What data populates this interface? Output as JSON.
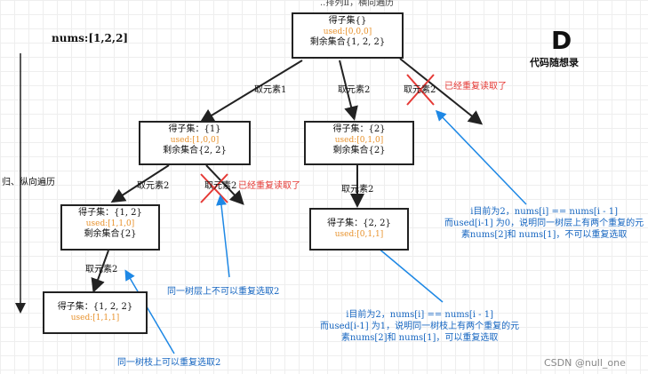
{
  "header_cut": "..排列Ⅱ，横向遍历",
  "nums_label": "nums:[1,2,2]",
  "vertical_label": "归、纵向遍历",
  "logo": {
    "glyph": "D",
    "text": "代码随想录"
  },
  "watermark": "CSDN @null_one",
  "nodes": {
    "root": {
      "line1": "得子集{}",
      "used": "used:[0,0,0]",
      "line3": "剩余集合{1, 2, 2}"
    },
    "n1": {
      "line1": "得子集：{1}",
      "used": "used:[1,0,0]",
      "line3": "剩余集合{2, 2}"
    },
    "n2": {
      "line1": "得子集：{2}",
      "used": "used:[0,1,0]",
      "line3": "剩余集合{2}"
    },
    "n12": {
      "line1": "得子集：{1, 2}",
      "used": "used:[1,1,0]",
      "line3": "剩余集合{2}"
    },
    "n22": {
      "line1": "得子集：{2, 2}",
      "used": "used:[0,1,1]"
    },
    "n122": {
      "line1": "得子集：{1, 2, 2}",
      "used": "used:[1,1,1]"
    }
  },
  "edges": {
    "e_root_1": "取元素1",
    "e_root_2": "取元素2",
    "e_root_3": "取元素2",
    "e_n1_a": "取元素2",
    "e_n1_b": "取元素2",
    "e_n2": "取元素2",
    "e_n12": "取元素2"
  },
  "red_notes": {
    "dup_root": "已经重复读取了",
    "dup_n1": "已经重复读取了"
  },
  "annotations": {
    "same_layer": "同一树层上不可以重复选取2",
    "same_branch": "同一树枝上可以重复选取2",
    "right": [
      "i目前为2，nums[i] == nums[i - 1]",
      "而used[i-1] 为0，说明同一树层上有两个重复的元",
      "素nums[2]和 nums[1]，不可以重复选取"
    ],
    "bottom": [
      "i目前为2，nums[i] == nums[i - 1]",
      "而used[i-1] 为1，说明同一树枝上有两个重复的元",
      "素nums[2]和 nums[1]，可以重复选取"
    ]
  },
  "colors": {
    "used_text": "#e8922c",
    "underline": "#e53935",
    "cross": "#e53935",
    "annotation_blue": "#1565c0",
    "arrow_blue": "#1e88e5"
  }
}
